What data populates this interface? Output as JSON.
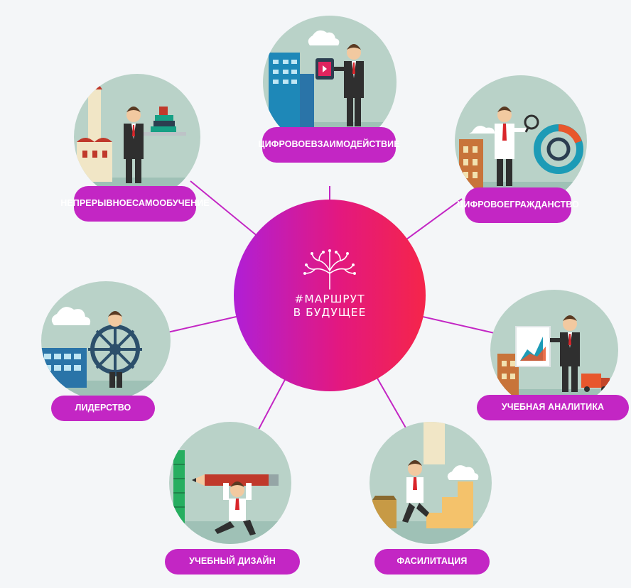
{
  "hub": {
    "line1": "#МАРШРУТ",
    "line2": "В БУДУЩЕЕ"
  },
  "nodes": [
    {
      "label_lines": [
        "ЦИФРОВОЕ",
        "ВЗАИМОДЕЙСТВИЕ"
      ],
      "icon": "tablet-video-icon"
    },
    {
      "label_lines": [
        "ЦИФРОВОЕ",
        "ГРАЖДАНСТВО"
      ],
      "icon": "magnifier-donut-chart-icon"
    },
    {
      "label_lines": [
        "УЧЕБНАЯ АНАЛИТИКА"
      ],
      "icon": "chart-board-icon"
    },
    {
      "label_lines": [
        "ФАСИЛИТАЦИЯ"
      ],
      "icon": "stairs-icon"
    },
    {
      "label_lines": [
        "УЧЕБНЫЙ ДИЗАЙН"
      ],
      "icon": "pencil-icon"
    },
    {
      "label_lines": [
        "ЛИДЕРСТВО"
      ],
      "icon": "ship-wheel-icon"
    },
    {
      "label_lines": [
        "НЕПРЕРЫВНОЕ",
        "САМООБУЧЕНИЕ"
      ],
      "icon": "books-tray-icon"
    }
  ],
  "colors": {
    "accent": "#c326c4",
    "hub_start": "#b01fd6",
    "hub_end": "#f5254a",
    "scene_bg": "#b9d2c8"
  }
}
